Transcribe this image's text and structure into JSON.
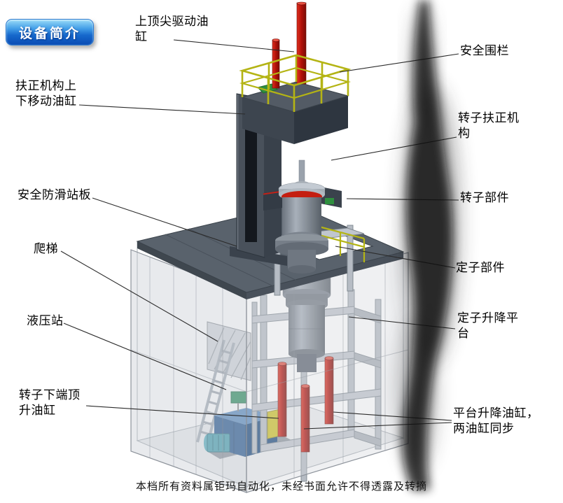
{
  "page": {
    "title_badge": "设备简介",
    "footer_note": "本档所有资料属钜玛自动化，未经书面允许不得透露及转摘"
  },
  "labels": {
    "top_drive_cylinder": "上顶尖驱动油缸",
    "safety_fence": "安全围栏",
    "centering_lift_cylinder": "扶正机构上下移动油缸",
    "rotor_centering_mechanism": "转子扶正机构",
    "anti_slip_platform": "安全防滑站板",
    "rotor_part": "转子部件",
    "ladder": "爬梯",
    "stator_part": "定子部件",
    "hydraulic_station": "液压站",
    "stator_lift_platform": "定子升降平台",
    "rotor_bottom_jack_cylinder": "转子下端顶升油缸",
    "platform_lift_cylinders": "平台升降油缸，两油缸同步"
  },
  "colors": {
    "badge_blue": "#1565c8",
    "cylinder_red": "#c01810",
    "railing_yellow": "#b4b414",
    "hydraulic_blue": "#2a5a91",
    "frame_gray": "#b4bac2",
    "deck_gray": "#59626c"
  }
}
